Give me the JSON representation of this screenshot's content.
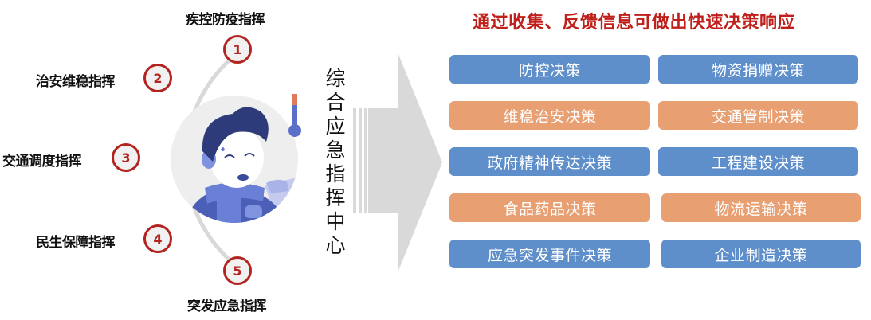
{
  "left_panel": {
    "commands": [
      {
        "num": "1",
        "label": "疾控防疫指挥"
      },
      {
        "num": "2",
        "label": "治安维稳指挥"
      },
      {
        "num": "3",
        "label": "交通调度指挥"
      },
      {
        "num": "4",
        "label": "民生保障指挥"
      },
      {
        "num": "5",
        "label": "突发应急指挥"
      }
    ],
    "illustration": "sick-person-with-thermometer"
  },
  "center": {
    "label_chars": [
      "综",
      "合",
      "应",
      "急",
      "指",
      "挥",
      "中",
      "心"
    ],
    "label": "综合应急指挥中心",
    "arrow_icon": "right-arrow"
  },
  "right_panel": {
    "title": "通过收集、反馈信息可做出快速决策响应",
    "decisions": [
      {
        "left": "防控决策",
        "right": "物资捐赠决策",
        "color": "blue"
      },
      {
        "left": "维稳治安决策",
        "right": "交通管制决策",
        "color": "orange"
      },
      {
        "left": "政府精神传达决策",
        "right": "工程建设决策",
        "color": "blue"
      },
      {
        "left": "食品药品决策",
        "right": "物流运输决策",
        "color": "orange"
      },
      {
        "left": "应急突发事件决策",
        "right": "企业制造决策",
        "color": "blue"
      }
    ]
  },
  "colors": {
    "accent_red": "#b3231f",
    "title_red": "#c0201b",
    "box_blue": "#5f8fca",
    "box_orange": "#e8a073",
    "arc_gray": "#d9d9d9",
    "arrow_gray": "#d9d9d9"
  }
}
